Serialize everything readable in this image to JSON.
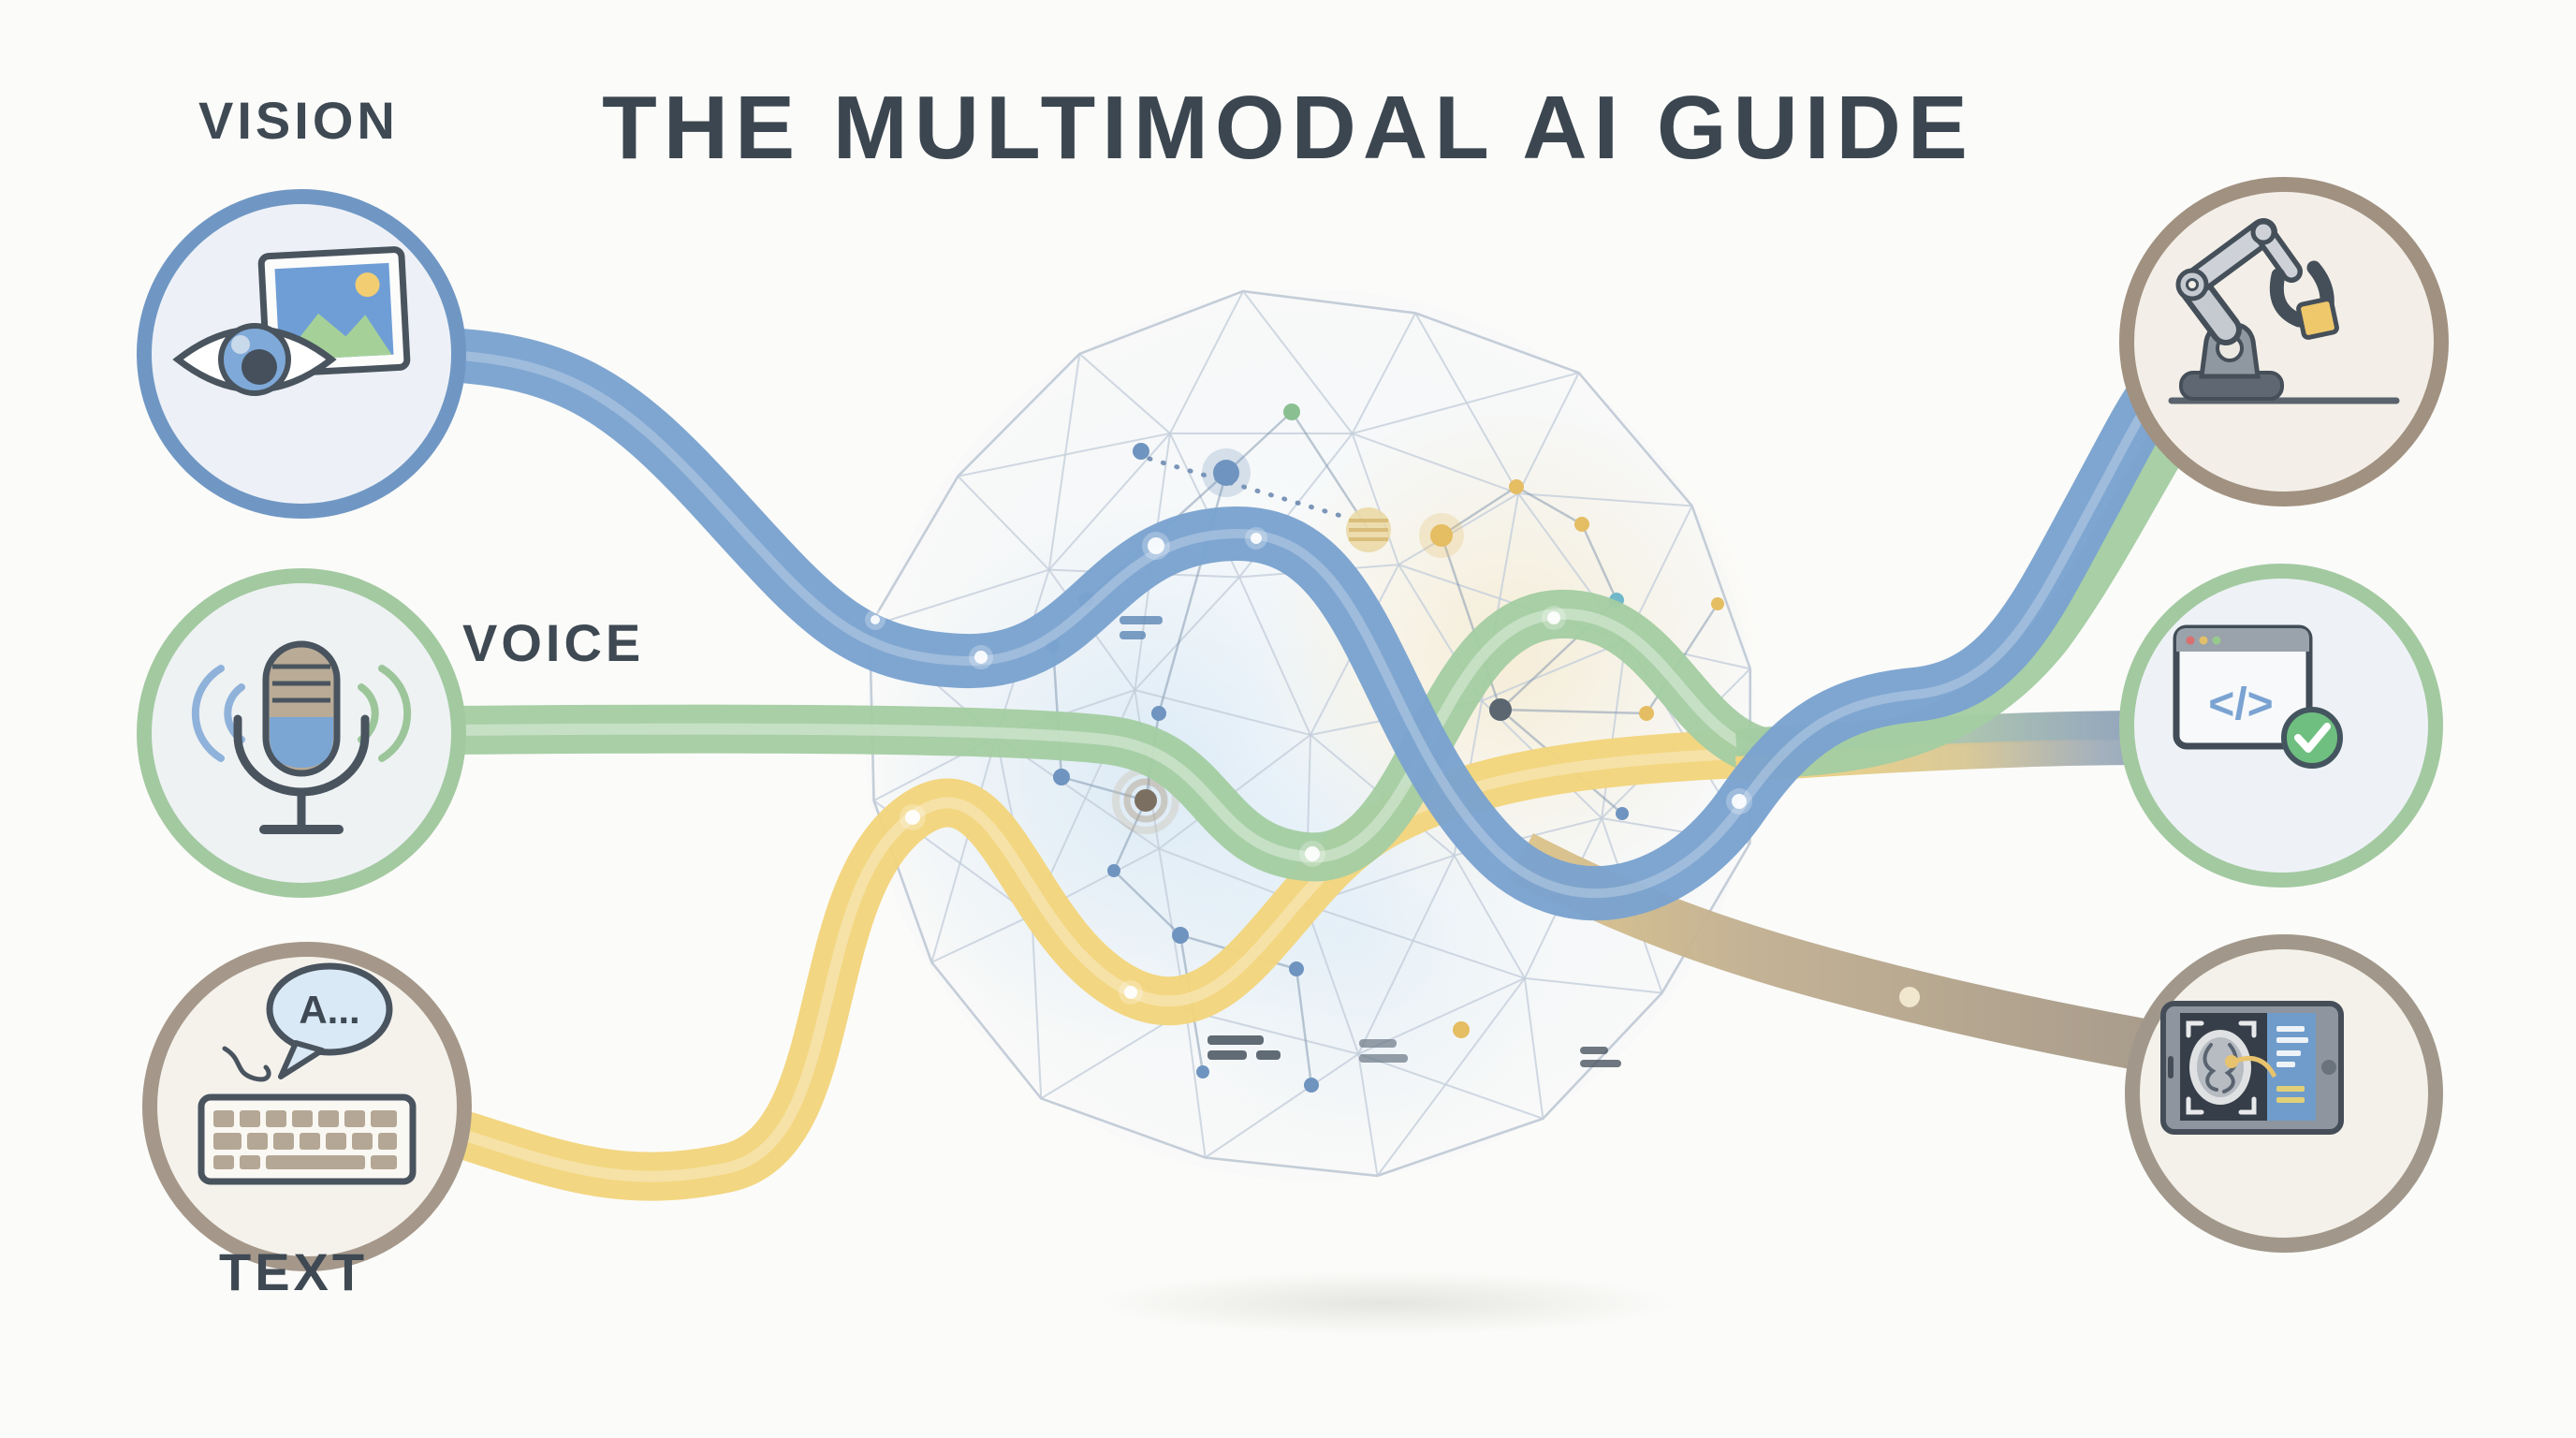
{
  "title": "THE MULTIMODAL AI GUIDE",
  "inputs": [
    {
      "id": "vision",
      "label": "VISION",
      "icon": "eye-photo-icon",
      "accent": "#7097c4",
      "ribbon": "#7aa2cf"
    },
    {
      "id": "voice",
      "label": "VOICE",
      "icon": "microphone-sound-waves-icon",
      "accent": "#a3c9a1",
      "ribbon": "#a4cda2"
    },
    {
      "id": "text",
      "label": "TEXT",
      "icon": "keyboard-speech-bubble-icon",
      "accent": "#a5988a",
      "ribbon": "#f3d47c",
      "bubble_text": "A..."
    }
  ],
  "outputs": [
    {
      "id": "robot-arm",
      "icon": "robot-arm-icon",
      "accent": "#a19180"
    },
    {
      "id": "code-window",
      "icon": "code-window-check-icon",
      "accent": "#a3c9a1",
      "glyph": "</>"
    },
    {
      "id": "tablet-scan",
      "icon": "tablet-brain-scan-icon",
      "accent": "#a1988b"
    }
  ],
  "flows": [
    {
      "color": "#7aa2cf",
      "from": "vision",
      "to": "robot-arm"
    },
    {
      "color": "#a4cda2",
      "from": "voice",
      "to": "robot-arm"
    },
    {
      "color": "#a4cda2",
      "from": "voice",
      "to": "code-window"
    },
    {
      "color": "#f3d47c",
      "from": "text",
      "to": "code-window"
    },
    {
      "color": "#a59887",
      "from": "text",
      "to": "tablet-scan"
    }
  ],
  "colors": {
    "background": "#fbfbf9",
    "title_text": "#3b4650",
    "label_text": "#3e4953",
    "ribbon_blue": "#7aa2cf",
    "ribbon_green": "#a4cda2",
    "ribbon_yellow": "#f3d47c",
    "ribbon_taupe": "#a59887",
    "wireframe": "#c4cedb",
    "node_blue": "#6f94bf",
    "node_green": "#8abf92",
    "node_yellow": "#e5bd62",
    "node_brown": "#7b6f61"
  }
}
